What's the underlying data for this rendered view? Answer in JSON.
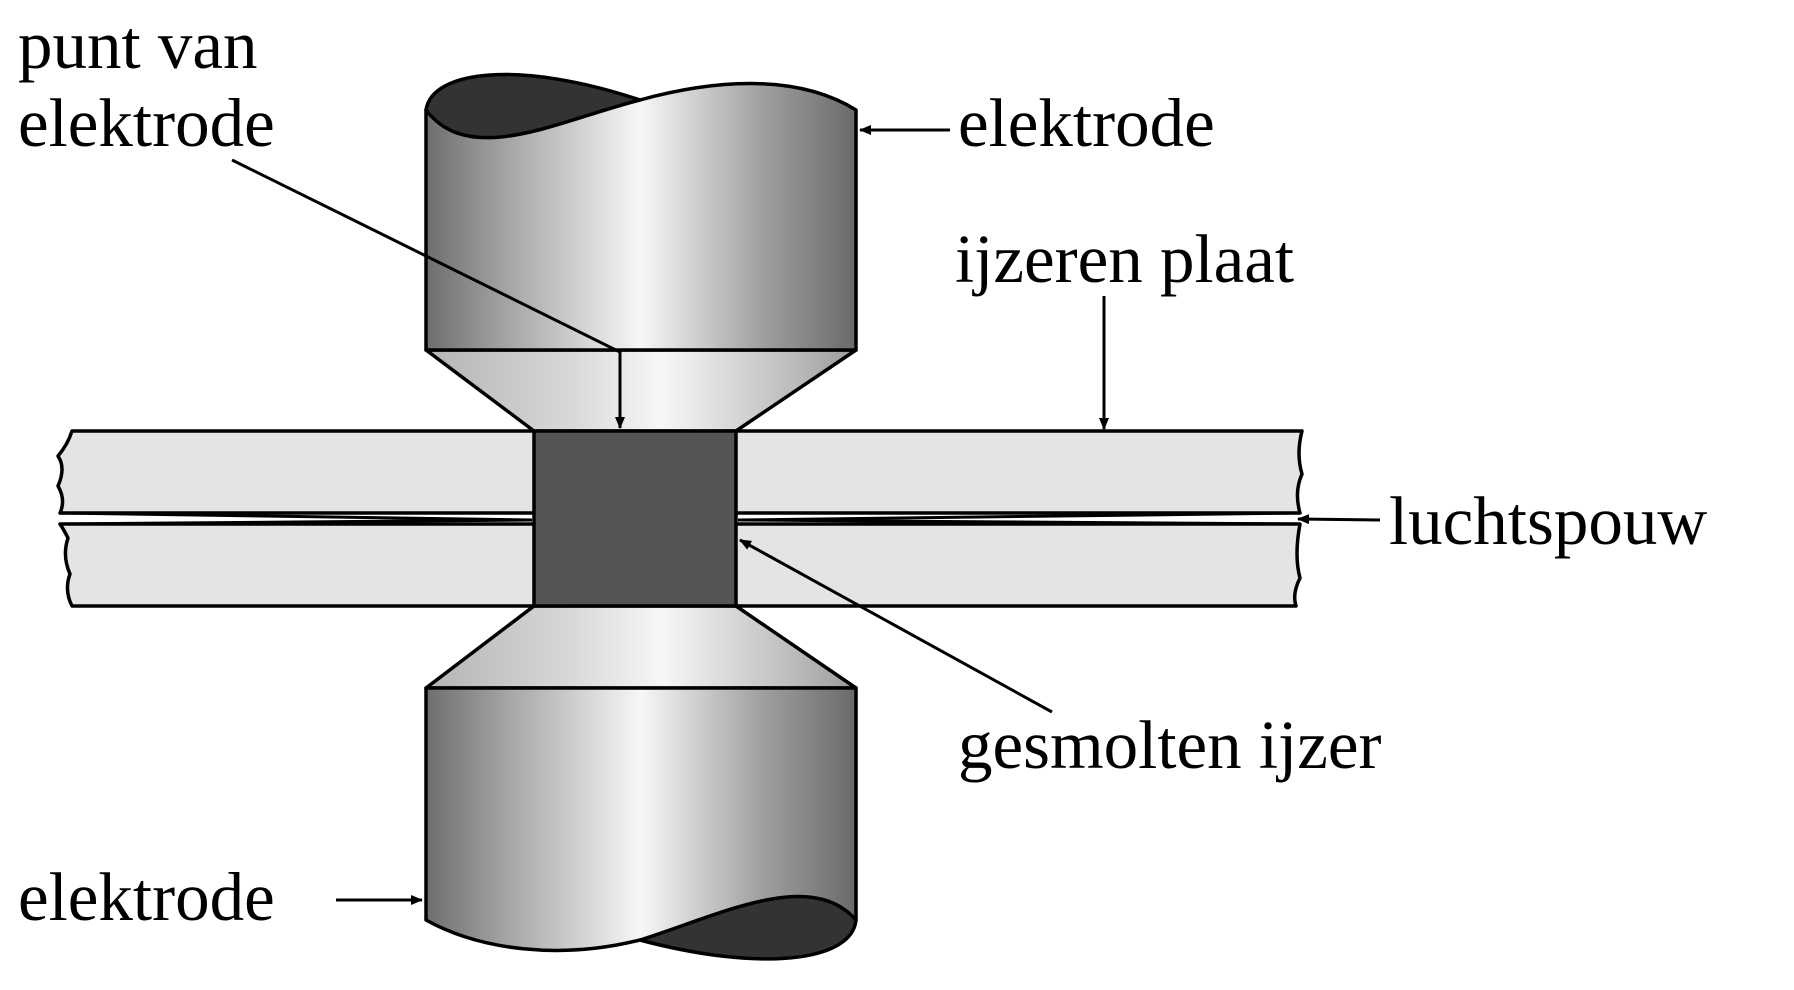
{
  "labels": {
    "tip_line1": "punt van",
    "tip_line2": "elektrode",
    "electrode_top": "elektrode",
    "iron_plate": "ijzeren plaat",
    "air_gap": "luchtspouw",
    "molten_iron": "gesmolten ijzer",
    "electrode_bottom": "elektrode"
  },
  "colors": {
    "plate_fill": "#e4e4e4",
    "weld_nugget": "#555555",
    "electrode_dark_face": "#333333",
    "electrode_shade_dark": "#6e6e6e",
    "electrode_shade_light": "#f7f7f7",
    "outline": "#000000"
  }
}
